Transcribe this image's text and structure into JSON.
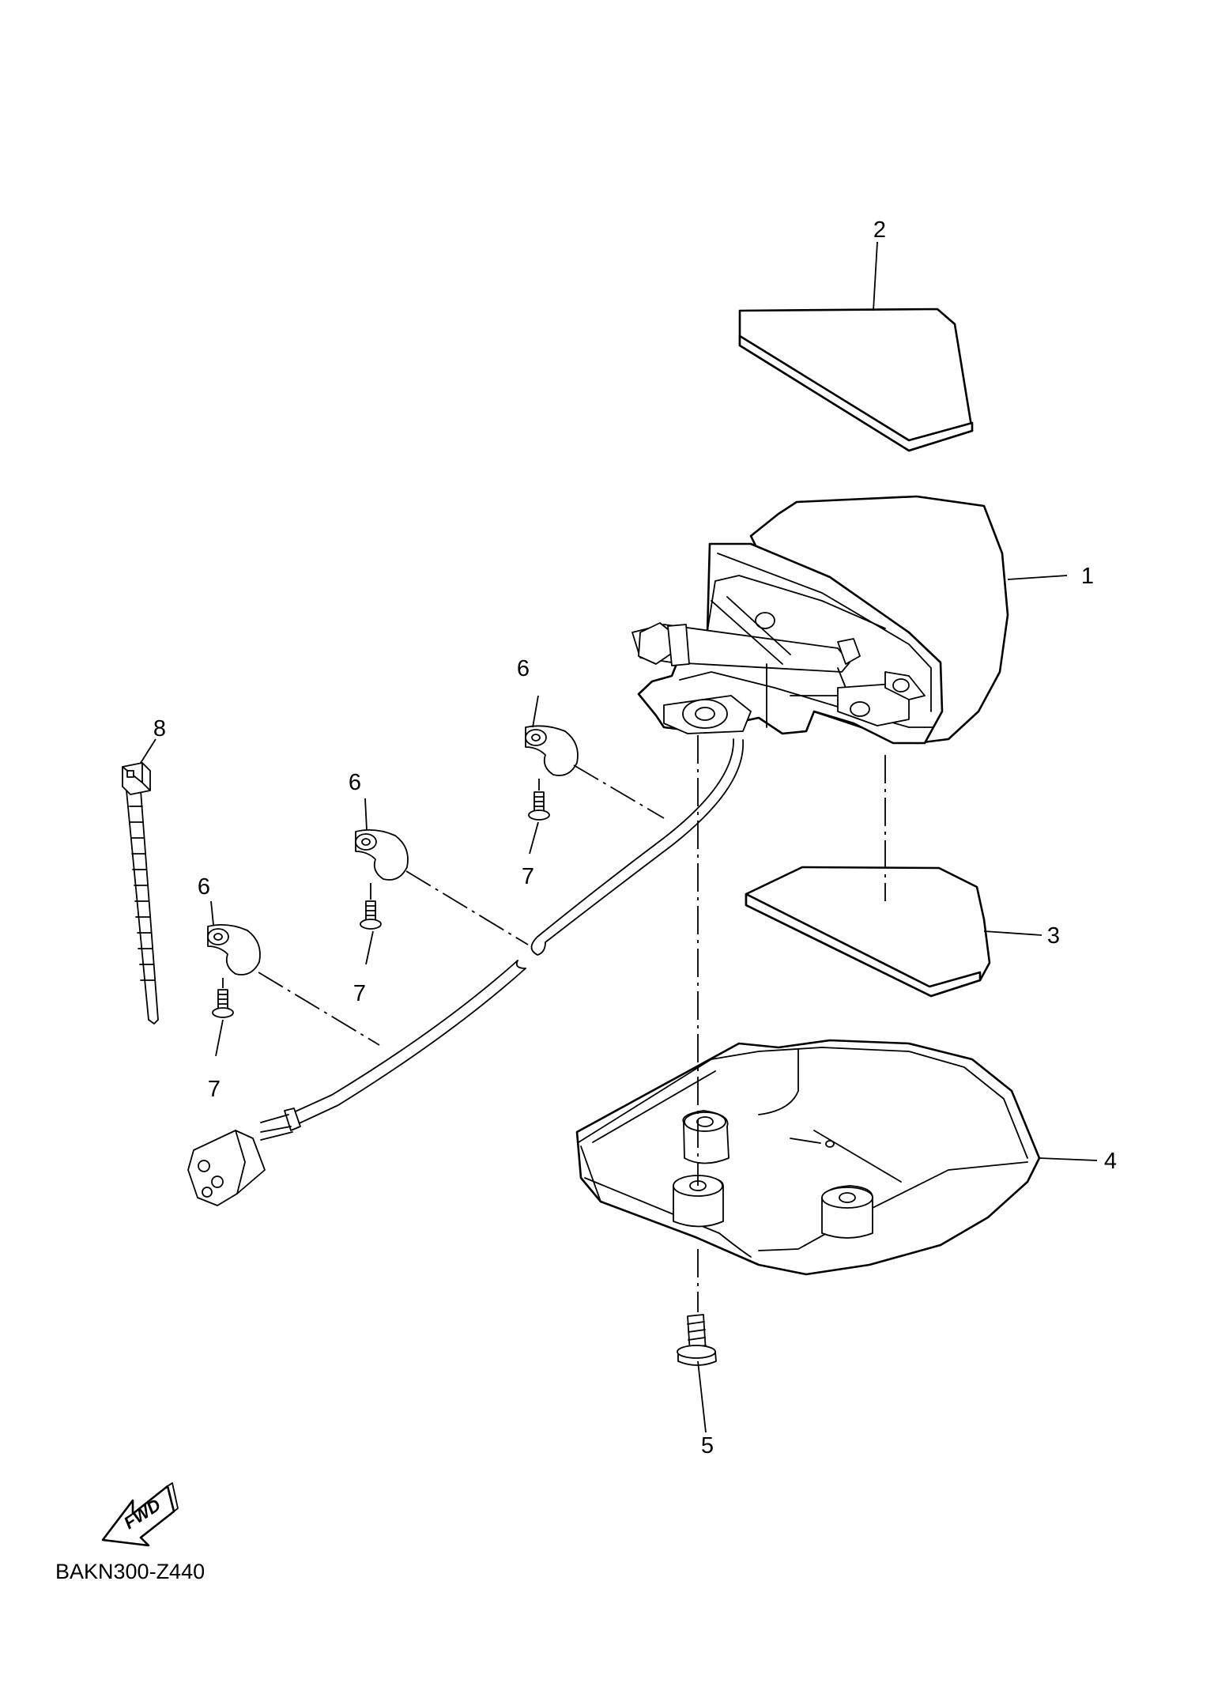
{
  "diagram": {
    "diagram_code": "BAKN300-Z440",
    "fwd_label": "FWD",
    "callouts": [
      {
        "id": "c1",
        "label": "1"
      },
      {
        "id": "c2",
        "label": "2"
      },
      {
        "id": "c3",
        "label": "3"
      },
      {
        "id": "c4",
        "label": "4"
      },
      {
        "id": "c5",
        "label": "5"
      },
      {
        "id": "c6a",
        "label": "6"
      },
      {
        "id": "c6b",
        "label": "6"
      },
      {
        "id": "c6c",
        "label": "6"
      },
      {
        "id": "c7a",
        "label": "7"
      },
      {
        "id": "c7b",
        "label": "7"
      },
      {
        "id": "c7c",
        "label": "7"
      },
      {
        "id": "c8",
        "label": "8"
      }
    ]
  },
  "colors": {
    "line": "#000000",
    "background": "#ffffff"
  }
}
